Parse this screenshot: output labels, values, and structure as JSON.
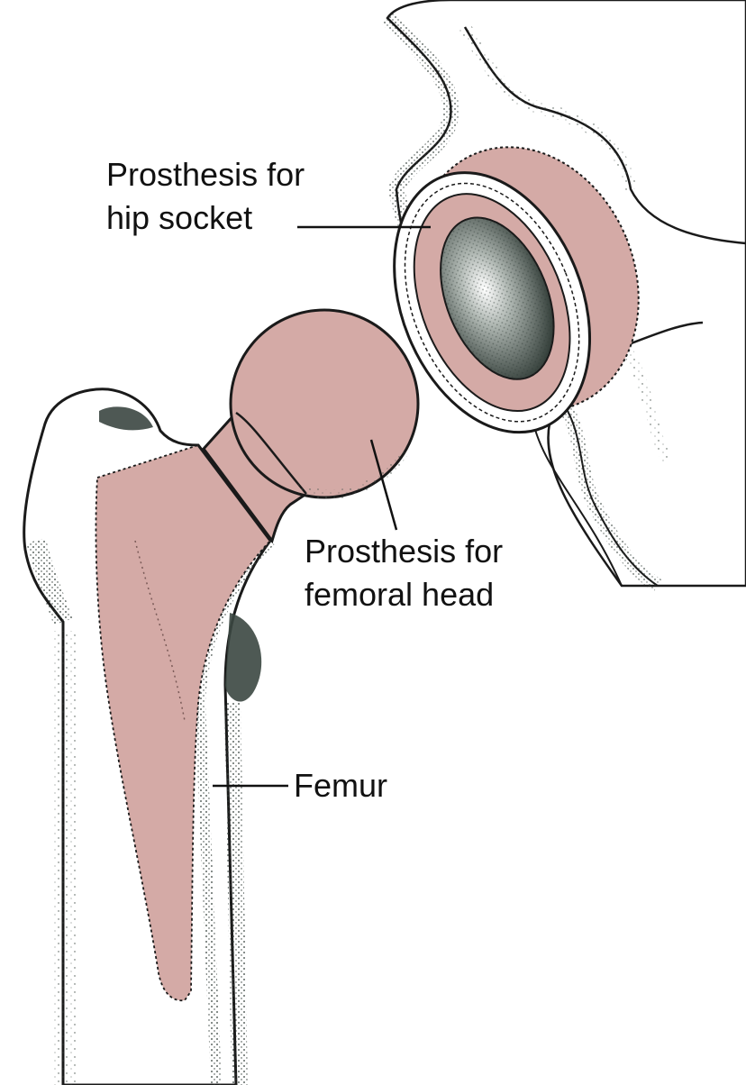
{
  "labels": {
    "socket": {
      "line1": "Prosthesis for",
      "line2": "hip socket"
    },
    "head": {
      "line1": "Prosthesis for",
      "line2": "femoral head"
    },
    "femur": "Femur"
  },
  "colors": {
    "prosthesis": "#d4aaa6",
    "bone_outline": "#1a1a1a",
    "bone_shading": "#2f3b36",
    "background": "#ffffff"
  }
}
